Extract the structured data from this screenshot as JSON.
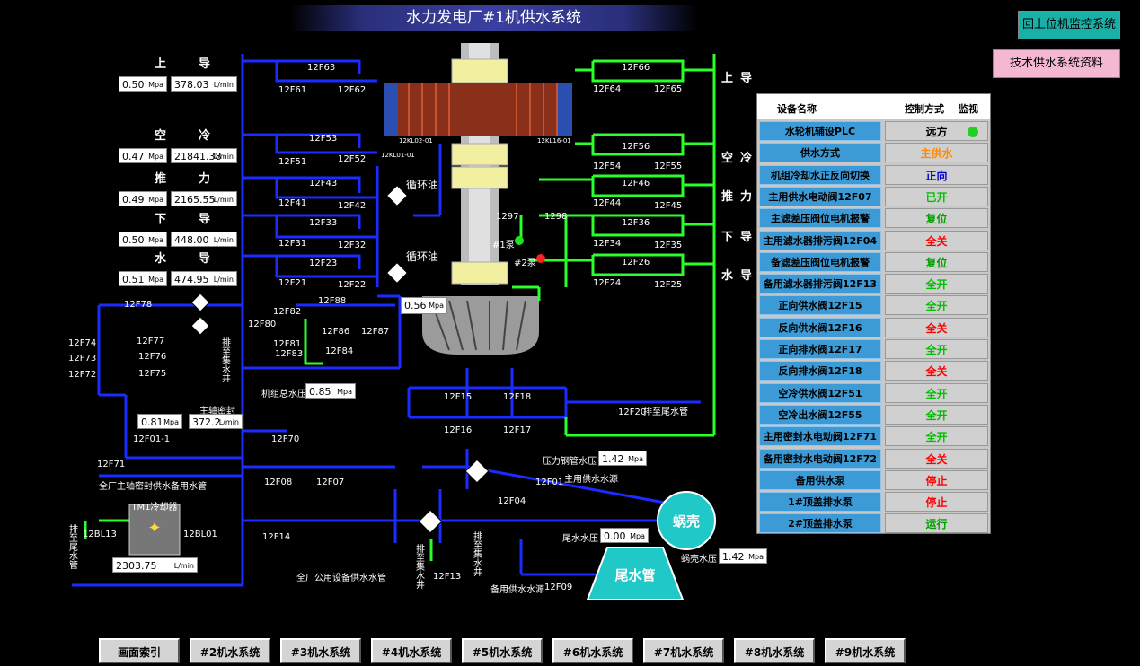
{
  "title": "水力发电厂#1机供水系统",
  "top_buttons": {
    "monitor": "回上位机监控系统",
    "docs": "技术供水系统资料"
  },
  "left_readouts": [
    {
      "name": "上导",
      "pressure": "0.50",
      "pressure_unit": "Mpa",
      "flow": "378.03",
      "flow_unit": "L/min"
    },
    {
      "name": "空冷",
      "pressure": "0.47",
      "pressure_unit": "Mpa",
      "flow": "21841.38",
      "flow_unit": "L/min"
    },
    {
      "name": "推力",
      "pressure": "0.49",
      "pressure_unit": "Mpa",
      "flow": "2165.55",
      "flow_unit": "L/min"
    },
    {
      "name": "下导",
      "pressure": "0.50",
      "pressure_unit": "Mpa",
      "flow": "448.00",
      "flow_unit": "L/min"
    },
    {
      "name": "水导",
      "pressure": "0.51",
      "pressure_unit": "Mpa",
      "flow": "474.95",
      "flow_unit": "L/min"
    }
  ],
  "seal": {
    "label": "主轴密封",
    "pressure": "0.81",
    "pressure_unit": "Mpa",
    "flow": "372.2",
    "flow_unit": "L/min"
  },
  "cooler": {
    "label": "TM1冷却器",
    "flow": "2303.75",
    "flow_unit": "L/min"
  },
  "right_labels": [
    "上导",
    "空冷",
    "推力",
    "下导",
    "水导"
  ],
  "status_panel": {
    "headers": {
      "name": "设备名称",
      "mode": "控制方式",
      "monitor": "监视"
    },
    "rows": [
      {
        "name": "水轮机辅设PLC",
        "value": "远方",
        "color": "#000000",
        "light": "#22d022"
      },
      {
        "name": "供水方式",
        "value": "主供水",
        "color": "#ff8a00"
      },
      {
        "name": "机组冷却水正反向切换",
        "value": "正向",
        "color": "#0000cc"
      },
      {
        "name": "主用供水电动阀12F07",
        "value": "已开",
        "color": "#00c000"
      },
      {
        "name": "主滤差压阀位电机报警",
        "value": "复位",
        "color": "#00a000"
      },
      {
        "name": "主用滤水器排污阀12F04",
        "value": "全关",
        "color": "#ff0000"
      },
      {
        "name": "备滤差压阀位电机报警",
        "value": "复位",
        "color": "#00a000"
      },
      {
        "name": "备用滤水器排污阀12F13",
        "value": "全开",
        "color": "#00c000"
      },
      {
        "name": "正向供水阀12F15",
        "value": "全开",
        "color": "#00c000"
      },
      {
        "name": "反向供水阀12F16",
        "value": "全关",
        "color": "#ff0000"
      },
      {
        "name": "正向排水阀12F17",
        "value": "全开",
        "color": "#00c000"
      },
      {
        "name": "反向排水阀12F18",
        "value": "全关",
        "color": "#ff0000"
      },
      {
        "name": "空冷供水阀12F51",
        "value": "全开",
        "color": "#00c000"
      },
      {
        "name": "空冷出水阀12F55",
        "value": "全开",
        "color": "#00c000"
      },
      {
        "name": "主用密封水电动阀12F71",
        "value": "全开",
        "color": "#00c000"
      },
      {
        "name": "备用密封水电动阀12F72",
        "value": "全关",
        "color": "#ff0000"
      },
      {
        "name": "备用供水泵",
        "value": "停止",
        "color": "#ff0000"
      },
      {
        "name": "1#顶盖排水泵",
        "value": "停止",
        "color": "#ff0000"
      },
      {
        "name": "2#顶盖排水泵",
        "value": "运行",
        "color": "#00a000"
      }
    ]
  },
  "readouts": {
    "pipe_main": {
      "label": "机组总水压",
      "value": "0.85",
      "unit": "Mpa"
    },
    "top_pressure": {
      "value": "0.56",
      "unit": "Mpa"
    },
    "pressure_pipe": {
      "label": "压力钢管水压",
      "value": "1.42",
      "unit": "Mpa"
    },
    "tail_water": {
      "label": "尾水水压",
      "value": "0.00",
      "unit": "Mpa"
    },
    "spiral": {
      "label": "蜗壳水压",
      "value": "1.42",
      "unit": "Mpa"
    }
  },
  "equipment": {
    "spiral_case": "蜗壳",
    "tail_pipe": "尾水管",
    "oil1": "循环油",
    "oil2": "循环油",
    "pump1": "#1泵",
    "pump2": "#2泵"
  },
  "pipe_labels": {
    "main_source": "主用供水水源",
    "backup_source": "备用供水水源",
    "factory_seal_pipe": "全厂主轴密封供水备用水管",
    "factory_common_pipe": "全厂公用设备供水水管",
    "to_tail": "排至尾水管",
    "to_sump1": "排至集水井",
    "to_sump2": "排至集水井",
    "to_sump3": "排至集水井",
    "to_tail2": "排至尾水管"
  },
  "valves": [
    "12F63",
    "12F61",
    "12F62",
    "12F53",
    "12F51",
    "12F52",
    "12F43",
    "12F41",
    "12F42",
    "12F33",
    "12F31",
    "12F32",
    "12F23",
    "12F21",
    "12F22",
    "12F66",
    "12F64",
    "12F65",
    "12F56",
    "12F54",
    "12F55",
    "12F46",
    "12F44",
    "12F45",
    "12F36",
    "12F34",
    "12F35",
    "12F26",
    "12F24",
    "12F25",
    "12F78",
    "12F77",
    "12F76",
    "12F75",
    "12F74",
    "12F73",
    "12F72",
    "12F80",
    "12F82",
    "12F81",
    "12F83",
    "12F88",
    "12F86",
    "12F87",
    "12F84",
    "12F15",
    "12F18",
    "12F16",
    "12F17",
    "12F20",
    "12F70",
    "12F71",
    "12F08",
    "12F07",
    "12F14",
    "12F01",
    "12F04",
    "12F13",
    "12F09",
    "12BL13",
    "12BL01",
    "12F01-1",
    "1297",
    "1298",
    "12KL02-01",
    "12KL16-01",
    "12KL01-01"
  ],
  "nav_buttons": [
    "画面索引",
    "#2机水系统",
    "#3机水系统",
    "#4机水系统",
    "#5机水系统",
    "#6机水系统",
    "#7机水系统",
    "#8机水系统",
    "#9机水系统"
  ]
}
